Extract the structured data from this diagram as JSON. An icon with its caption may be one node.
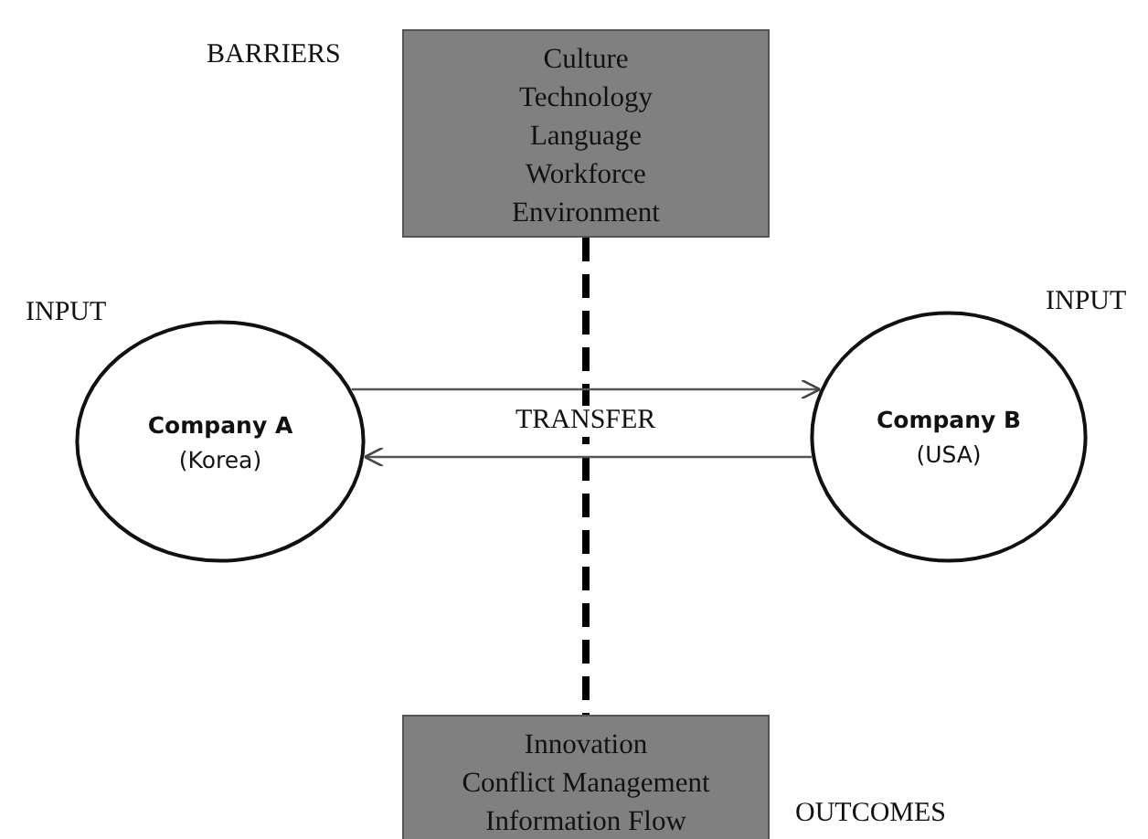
{
  "diagram": {
    "nodes": [
      {
        "text": [
          "Culture",
          "Technology",
          "Language",
          "Workforce",
          "Environment"
        ],
        "beside": [
          "BARRIERS"
        ]
      },
      {
        "text": [
          "Company A",
          "(Korea)"
        ],
        "beside": [
          "INPUT"
        ]
      },
      {
        "text": [
          "Company B",
          "(USA)"
        ],
        "beside": [
          "INPUT"
        ]
      },
      {
        "text": [
          "Innovation",
          "Conflict Management",
          "Information Flow"
        ],
        "beside": [
          "OUTCOMES"
        ]
      }
    ],
    "edges": [
      {
        "from": 0,
        "to": 3,
        "arrow": "none",
        "style": "dashed",
        "color": "#000000"
      },
      {
        "from": 1,
        "to": 2,
        "arrow": "to"
      },
      {
        "from": 2,
        "to": 1,
        "arrow": "to"
      }
    ],
    "labels": [
      "TRANSFER"
    ]
  }
}
